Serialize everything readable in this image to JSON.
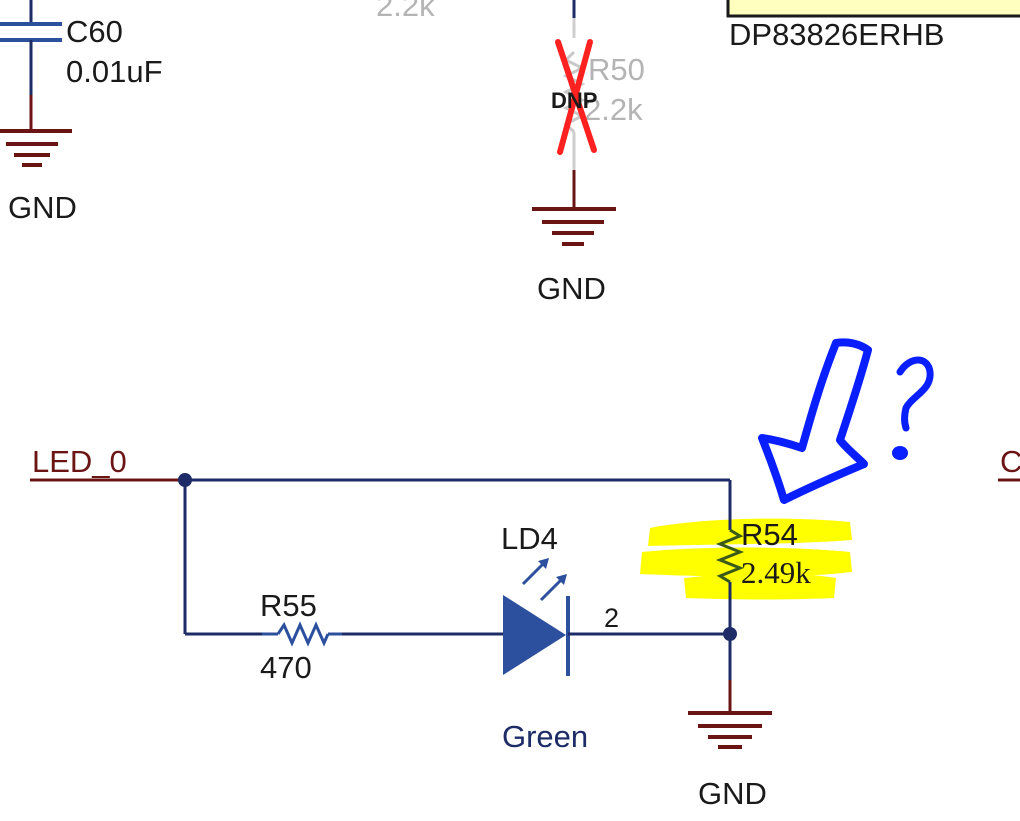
{
  "diagram": {
    "type": "electrical-schematic",
    "colors": {
      "wire": "#1d2b66",
      "ground": "#6b1414",
      "component": "#2c4f9e",
      "dnp_cross": "#ff2020",
      "highlight": "#ffff00",
      "annotation": "#0a1fff"
    },
    "components": {
      "c60": {
        "ref": "C60",
        "value": "0.01uF",
        "gnd": "GND"
      },
      "r50": {
        "ref": "R50",
        "value": "2.2k",
        "status": "DNP",
        "gnd": "GND"
      },
      "r_top": {
        "value_partial": "2.2k"
      },
      "ic": {
        "part": "DP83826ERHB"
      },
      "r54": {
        "ref": "R54",
        "value": "2.49k",
        "highlighted": true
      },
      "r55": {
        "ref": "R55",
        "value": "470"
      },
      "ld4": {
        "ref": "LD4",
        "color_label": "Green",
        "pin": "2"
      },
      "gnd_bottom": {
        "label": "GND"
      }
    },
    "nets": {
      "led0": "LED_0",
      "edge_partial": "C"
    },
    "annotation": {
      "mark": "?",
      "icons": [
        "down-left-arrow",
        "question-mark"
      ]
    }
  }
}
